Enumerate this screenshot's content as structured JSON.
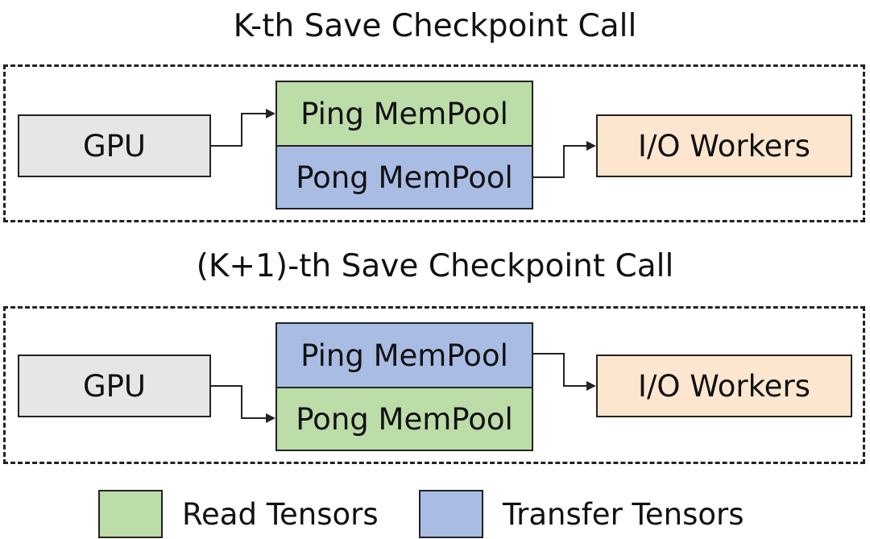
{
  "panels": [
    {
      "title": "K-th Save Checkpoint Call",
      "gpu_label": "GPU",
      "ping_label": "Ping MemPool",
      "pong_label": "Pong MemPool",
      "io_label": "I/O Workers",
      "ping_role": "read",
      "pong_role": "transfer"
    },
    {
      "title": "(K+1)-th Save Checkpoint Call",
      "gpu_label": "GPU",
      "ping_label": "Ping MemPool",
      "pong_label": "Pong MemPool",
      "io_label": "I/O Workers",
      "ping_role": "transfer",
      "pong_role": "read"
    }
  ],
  "legend": {
    "read_label": "Read Tensors",
    "transfer_label": "Transfer Tensors"
  },
  "colors": {
    "read": "#bcdca8",
    "transfer": "#a9bde4",
    "gpu": "#e6e6e6",
    "io": "#fde6cf",
    "border": "#222222"
  }
}
